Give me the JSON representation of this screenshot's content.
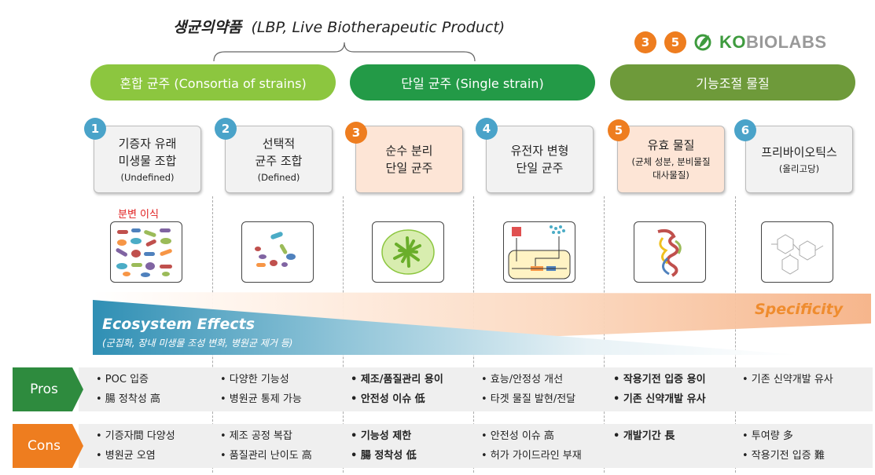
{
  "title": {
    "bold": "생균의약품",
    "rest": "(LBP, Live Biotherapeutic Product)"
  },
  "logo": {
    "n1": "3",
    "n2": "5",
    "ko": "KO",
    "biolabs": "BIOLABS"
  },
  "headers": [
    {
      "label": "혼합 균주 (Consortia of strains)",
      "color": "#8cc63f"
    },
    {
      "label": "단일 균주 (Single strain)",
      "color": "#239a47"
    },
    {
      "label": "기능조절 물질",
      "color": "#6e9a3a"
    }
  ],
  "cards": [
    {
      "num": "1",
      "title": "기증자 유래\n미생물 조합",
      "sub": "(Undefined)"
    },
    {
      "num": "2",
      "title": "선택적\n균주 조합",
      "sub": "(Defined)"
    },
    {
      "num": "3",
      "title": "순수 분리\n단일 균주",
      "sub": ""
    },
    {
      "num": "4",
      "title": "유전자 변형\n단일 균주",
      "sub": ""
    },
    {
      "num": "5",
      "title": "유효 물질",
      "sub": "(균체 성분, 분비물질\n대사물질)"
    },
    {
      "num": "6",
      "title": "프리바이오틱스",
      "sub": "(올리고당)"
    }
  ],
  "note_red": "분변 이식",
  "ecosystem": {
    "label": "Ecosystem Effects",
    "sub": "(군집화, 장내 미생물 조성 변화, 병원균 제거 등)"
  },
  "specificity": "Specificity",
  "pros": {
    "label": "Pros",
    "cols": [
      [
        "• POC 입증",
        "• 腸 정착성 高"
      ],
      [
        "• 다양한 기능성",
        "• 병원균 통제 가능"
      ],
      [
        "• 제조/품질관리 용이",
        "• 안전성 이슈 低"
      ],
      [
        "• 효능/안정성 개선",
        "• 타겟 물질 발현/전달"
      ],
      [
        "• 작용기전 입증 용이",
        "• 기존 신약개발 유사"
      ],
      [
        "• 기존 신약개발 유사",
        ""
      ]
    ]
  },
  "cons": {
    "label": "Cons",
    "cols": [
      [
        "• 기증자間 다양성",
        "• 병원균 오염"
      ],
      [
        "• 제조 공정 복잡",
        "• 품질관리 난이도 高"
      ],
      [
        "• 기능성 제한",
        "• 腸 정착성 低"
      ],
      [
        "• 안전성 이슈 高",
        "• 허가 가이드라인 부재"
      ],
      [
        "• 개발기간 長",
        ""
      ],
      [
        "• 투여량 多",
        "• 작용기전 입증 難"
      ]
    ]
  }
}
